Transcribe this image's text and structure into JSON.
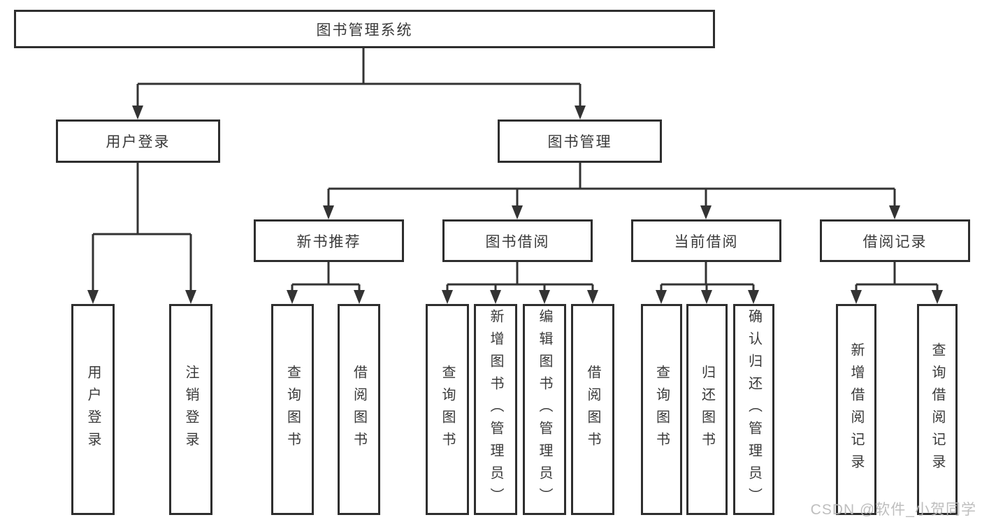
{
  "diagram": {
    "root": {
      "label": "图书管理系统"
    },
    "branches": [
      {
        "label": "用户登录",
        "children": [
          "用户登录",
          "注销登录"
        ]
      },
      {
        "label": "图书管理",
        "sections": [
          {
            "label": "新书推荐",
            "children": [
              "查询图书",
              "借阅图书"
            ]
          },
          {
            "label": "图书借阅",
            "children": [
              "查询图书",
              "新增图书（管理员）",
              "编辑图书（管理员）",
              "借阅图书"
            ]
          },
          {
            "label": "当前借阅",
            "children": [
              "查询图书",
              "归还图书",
              "确认归还（管理员）"
            ]
          },
          {
            "label": "借阅记录",
            "children": [
              "新增借阅记录",
              "查询借阅记录"
            ]
          }
        ]
      }
    ]
  },
  "watermark": {
    "text": "CSDN @软件_小贺同学"
  },
  "colors": {
    "line": "#333333",
    "box_border": "#2e2e2e",
    "text": "#3a3a3a",
    "background": "#ffffff",
    "watermark": "#b9b9b9"
  }
}
